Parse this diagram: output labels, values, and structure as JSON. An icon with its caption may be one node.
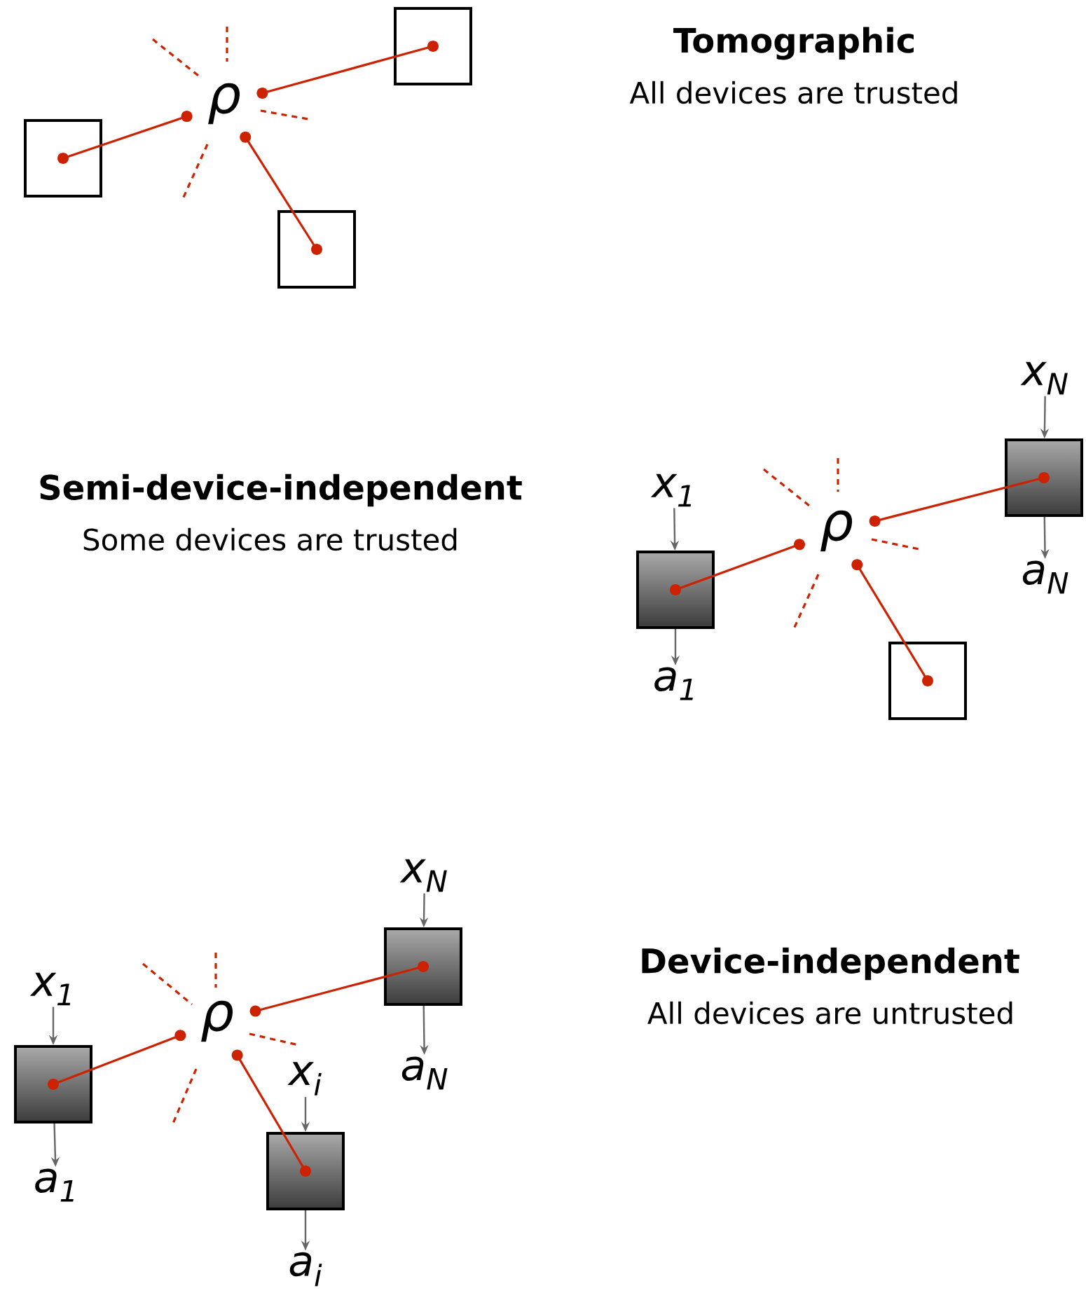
{
  "diagram": {
    "nodes": [
      {
        "text": [
          "ρ"
        ]
      },
      {
        "text": [],
        "shape": "box"
      },
      {
        "text": [],
        "shape": "box"
      },
      {
        "text": [],
        "shape": "box"
      },
      {
        "text": [
          "ρ"
        ]
      },
      {
        "text": [
          "x$_{1}$"
        ]
      },
      {
        "text": [],
        "shape": "block"
      },
      {
        "text": [
          "a$_{1}$"
        ]
      },
      {
        "text": [
          "x$_{N}$"
        ]
      },
      {
        "text": [],
        "shape": "block"
      },
      {
        "text": [
          "a$_{N}$"
        ]
      },
      {
        "text": [],
        "shape": "box"
      },
      {
        "text": [
          "ρ"
        ]
      },
      {
        "text": [
          "x$_{1}$"
        ]
      },
      {
        "text": [],
        "shape": "block"
      },
      {
        "text": [
          "a$_{1}$"
        ]
      },
      {
        "text": [
          "x$_{N}$"
        ]
      },
      {
        "text": [],
        "shape": "block"
      },
      {
        "text": [
          "a$_{N}$"
        ]
      },
      {
        "text": [
          "x$_{i}$"
        ]
      },
      {
        "text": [],
        "shape": "block"
      },
      {
        "text": [
          "a$_{i}$"
        ]
      }
    ],
    "edges": [
      {
        "from": 0,
        "to": 1,
        "arrow": "other",
        "color": "#cc2200"
      },
      {
        "from": 0,
        "to": 2,
        "arrow": "other",
        "color": "#cc2200"
      },
      {
        "from": 0,
        "to": 3,
        "arrow": "other",
        "color": "#cc2200"
      },
      {
        "from": 4,
        "to": 6,
        "arrow": "other",
        "color": "#cc2200"
      },
      {
        "from": 4,
        "to": 9,
        "arrow": "other",
        "color": "#cc2200"
      },
      {
        "from": 4,
        "to": 11,
        "arrow": "other",
        "color": "#cc2200"
      },
      {
        "from": 5,
        "to": 6,
        "arrow": "to"
      },
      {
        "from": 6,
        "to": 7,
        "arrow": "to"
      },
      {
        "from": 8,
        "to": 9,
        "arrow": "to"
      },
      {
        "from": 9,
        "to": 10,
        "arrow": "to"
      },
      {
        "from": 12,
        "to": 14,
        "arrow": "other",
        "color": "#cc2200"
      },
      {
        "from": 12,
        "to": 17,
        "arrow": "other",
        "color": "#cc2200"
      },
      {
        "from": 12,
        "to": 20,
        "arrow": "other",
        "color": "#cc2200"
      },
      {
        "from": 13,
        "to": 14,
        "arrow": "to"
      },
      {
        "from": 14,
        "to": 15,
        "arrow": "to"
      },
      {
        "from": 16,
        "to": 17,
        "arrow": "to"
      },
      {
        "from": 17,
        "to": 18,
        "arrow": "to"
      },
      {
        "from": 19,
        "to": 20,
        "arrow": "to"
      },
      {
        "from": 20,
        "to": 21,
        "arrow": "to"
      }
    ],
    "labels": [
      "Tomographic",
      "All devices are trusted",
      "Semi-device-independent",
      "Some devices are trusted",
      "Device-independent",
      "All devices are untrusted"
    ]
  }
}
